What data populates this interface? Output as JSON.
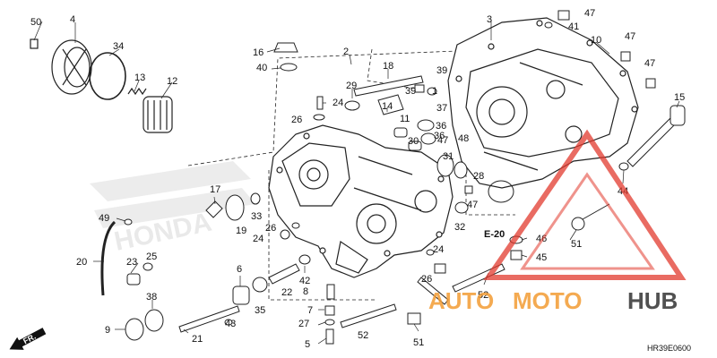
{
  "callouts": [
    "50",
    "4",
    "34",
    "13",
    "12",
    "16",
    "40",
    "2",
    "18",
    "39",
    "29",
    "24",
    "26",
    "14",
    "37",
    "39",
    "1",
    "11",
    "36",
    "30",
    "36",
    "47",
    "31",
    "48",
    "28",
    "3",
    "47",
    "41",
    "10",
    "47",
    "47",
    "15",
    "44",
    "17",
    "19",
    "33",
    "49",
    "26",
    "24",
    "20",
    "23",
    "25",
    "38",
    "9",
    "21",
    "43",
    "35",
    "6",
    "22",
    "42",
    "8",
    "7",
    "27",
    "5",
    "52",
    "51",
    "24",
    "26",
    "32",
    "47",
    "52",
    "46",
    "45",
    "51"
  ],
  "section_code": "E-20",
  "front_marker": "FR.",
  "diagram_ref": "HR39E0600",
  "watermark": {
    "auto": "AUTO",
    "moto": "MOTO",
    "hub": "HUB"
  },
  "background_logo_text": "HONDA",
  "colors": {
    "watermark_orange": "#f39c33",
    "watermark_red": "#e23a2e",
    "watermark_dark": "#333333",
    "line": "#222222"
  }
}
